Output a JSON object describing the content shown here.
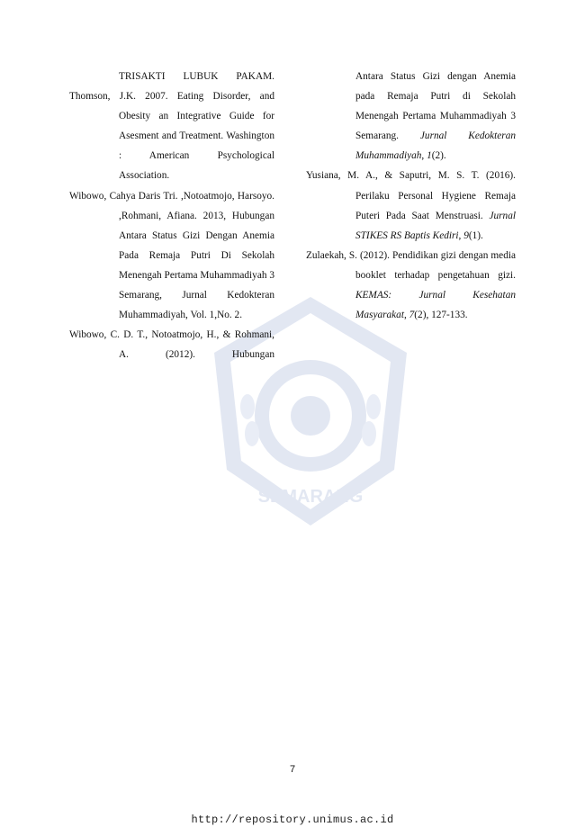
{
  "watermark": {
    "seal_text": "SEMARANG"
  },
  "left_column": {
    "ref1_cont": "TRISAKTI LUBUK PAKAM.",
    "ref2": "Thomson, J.K. 2007. Eating Disorder, and Obesity an Integrative Guide for Asesment and Treatment. Washington : American Psychological Association.",
    "ref3": "Wibowo, Cahya Daris Tri. ,Notoatmojo, Harsoyo. ,Rohmani, Afiana. 2013, Hubungan Antara Status Gizi Dengan Anemia Pada Remaja Putri Di Sekolah Menengah Pertama Muhammadiyah 3 Semarang, Jurnal Kedokteran Muhammadiyah, Vol. 1,No. 2.",
    "ref4": "Wibowo, C. D. T., Notoatmojo, H., & Rohmani, A. (2012). Hubungan"
  },
  "right_column": {
    "ref4_cont": "Antara Status Gizi dengan Anemia pada Remaja Putri di Sekolah Menengah Pertama Muhammadiyah 3 Semarang.",
    "ref4_journal": "Jurnal Kedokteran Muhammadiyah",
    "ref4_vol": "1",
    "ref4_issue": "(2).",
    "ref5": "Yusiana, M. A., & Saputri, M. S. T. (2016). Perilaku Personal Hygiene Remaja Puteri Pada Saat Menstruasi.",
    "ref5_journal": "Jurnal STIKES RS Baptis Kediri",
    "ref5_vol": "9",
    "ref5_issue": "(1).",
    "ref6": "Zulaekah, S. (2012). Pendidikan gizi dengan media booklet terhadap pengetahuan gizi.",
    "ref6_journal": "KEMAS: Jurnal Kesehatan Masyarakat",
    "ref6_vol": "7",
    "ref6_issue": "(2), 127-133."
  },
  "page_number": "7",
  "footer_url": "http://repository.unimus.ac.id"
}
